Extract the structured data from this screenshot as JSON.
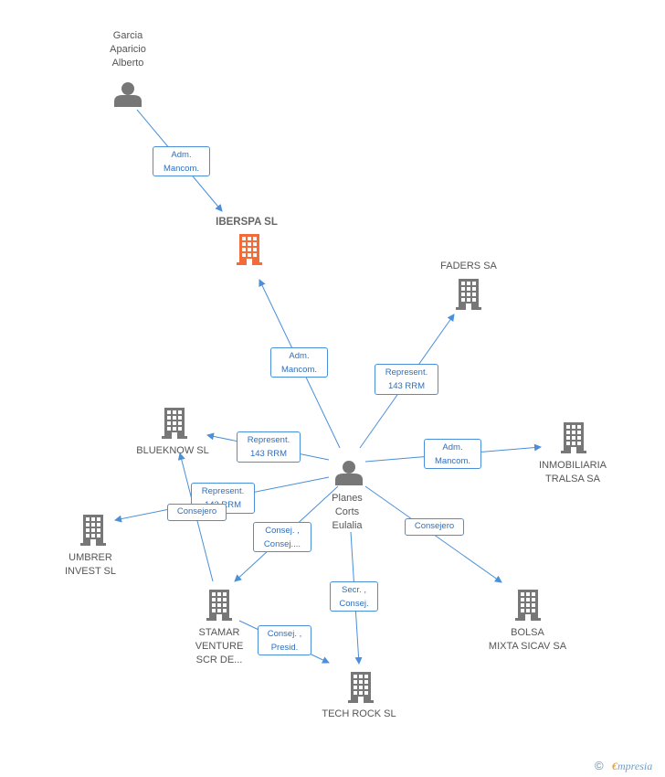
{
  "nodes": {
    "garcia": {
      "label": "Garcia\nAparicio\nAlberto",
      "icon": "person-icon"
    },
    "iberspa": {
      "label": "IBERSPA SL",
      "icon": "building-icon",
      "color": "#f26b38"
    },
    "faders": {
      "label": "FADERS SA",
      "icon": "building-icon"
    },
    "inmobiliaria": {
      "label": "INMOBILIARIA\nTRALSA SA",
      "icon": "building-icon"
    },
    "blueknow": {
      "label": "BLUEKNOW SL",
      "icon": "building-icon"
    },
    "planes": {
      "label": "Planes\nCorts\nEulalia",
      "icon": "person-icon"
    },
    "umbrer": {
      "label": "UMBRER\nINVEST SL",
      "icon": "building-icon"
    },
    "stamar": {
      "label": "STAMAR\nVENTURE\nSCR DE...",
      "icon": "building-icon"
    },
    "bolsa": {
      "label": "BOLSA\nMIXTA SICAV SA",
      "icon": "building-icon"
    },
    "techrock": {
      "label": "TECH ROCK  SL",
      "icon": "building-icon"
    }
  },
  "edges": {
    "garcia_iberspa": "Adm.\nMancom.",
    "planes_iberspa": "Adm.\nMancom.",
    "planes_faders": "Represent.\n143 RRM",
    "planes_inmobiliaria": "Adm.\nMancom.",
    "planes_blueknow_1": "Represent.\n143 RRM",
    "planes_blueknow_2": "Represent.\n143 RRM",
    "stamar_umbrer": "Consejero",
    "planes_stamar": "Consej. ,\nConsej....",
    "planes_bolsa": "Consejero",
    "planes_techrock": "Secr. ,\nConsej.",
    "stamar_techrock": "Consej. ,\nPresid."
  },
  "colors": {
    "line": "#4a8fd8",
    "node_gray": "#777777",
    "focus": "#f26b38"
  },
  "footer": {
    "copyright": "©",
    "brand_e": "€",
    "brand_rest": "mpresia"
  }
}
